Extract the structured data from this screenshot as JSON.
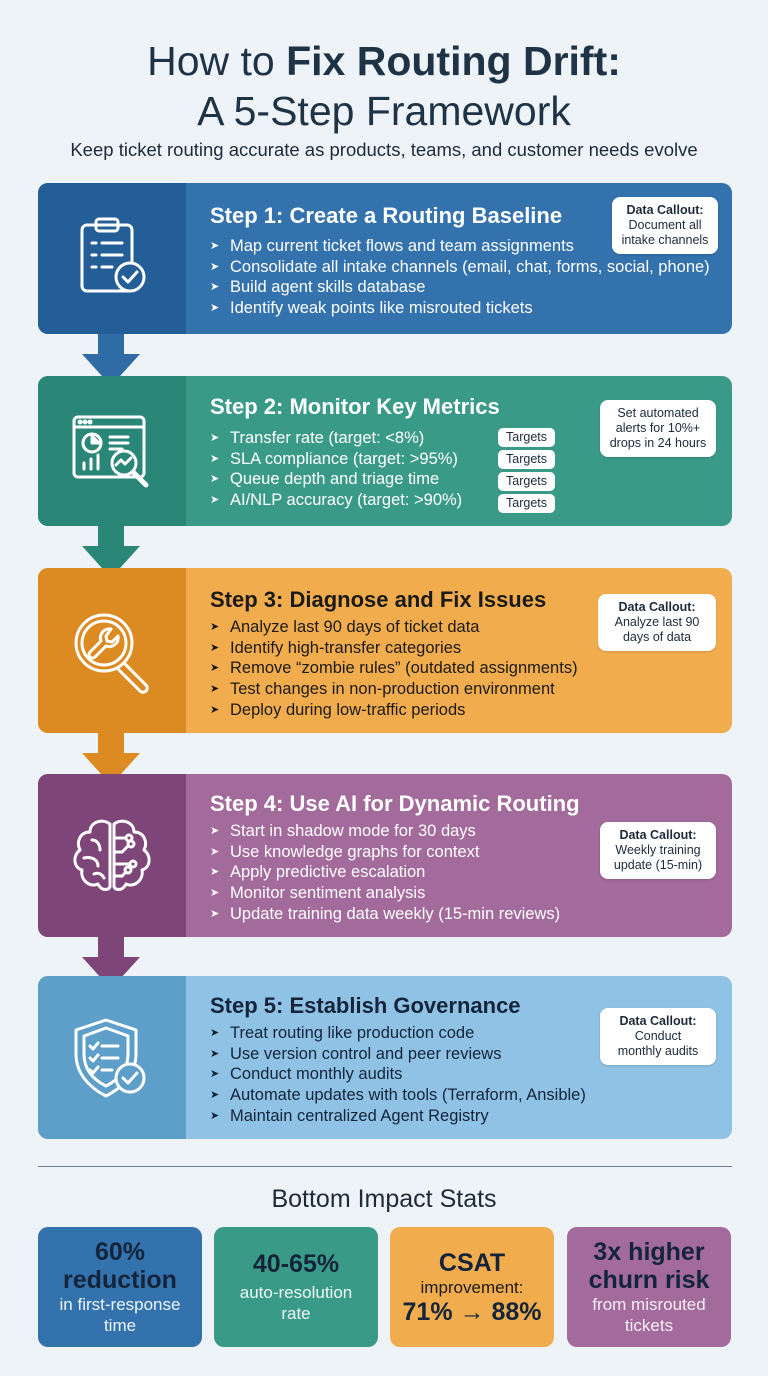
{
  "header": {
    "title_lead": "How to ",
    "title_bold": "Fix Routing Drift:",
    "title_line2": "A 5-Step Framework",
    "subtitle": "Keep ticket routing accurate as products, teams, and customer needs evolve"
  },
  "steps": [
    {
      "title": "Step 1: Create a Routing Baseline",
      "icon": "clipboard-check-icon",
      "items": [
        "Map current ticket flows and team assignments",
        "Consolidate all intake channels (email, chat, forms, social, phone)",
        "Build agent skills database",
        "Identify weak points like misrouted tickets"
      ],
      "callout_title": "Data Callout:",
      "callout_body_1": "Document all",
      "callout_body_2": "intake channels"
    },
    {
      "title": "Step 2: Monitor Key Metrics",
      "icon": "dashboard-magnifier-icon",
      "items": [
        "Transfer rate (target: <8%)",
        "SLA compliance (target: >95%)",
        "Queue depth and triage time",
        "AI/NLP accuracy (target: >90%)"
      ],
      "tag_label": "Targets",
      "callout_body_1": "Set automated",
      "callout_body_2": "alerts for 10%+",
      "callout_body_3": "drops in 24 hours"
    },
    {
      "title": "Step 3: Diagnose and Fix Issues",
      "icon": "wrench-magnifier-icon",
      "items": [
        "Analyze last 90 days of ticket data",
        "Identify high-transfer categories",
        "Remove “zombie rules” (outdated assignments)",
        "Test changes in non-production environment",
        "Deploy during low-traffic periods"
      ],
      "callout_title": "Data Callout:",
      "callout_body_1": "Analyze last 90",
      "callout_body_2": "days of data"
    },
    {
      "title": "Step 4: Use AI for Dynamic Routing",
      "icon": "brain-circuit-icon",
      "items": [
        "Start in shadow mode for 30 days",
        "Use knowledge graphs for context",
        "Apply predictive escalation",
        "Monitor sentiment analysis",
        "Update training data weekly (15-min reviews)"
      ],
      "callout_title": "Data Callout:",
      "callout_body_1": "Weekly training",
      "callout_body_2": "update (15-min)"
    },
    {
      "title": "Step 5: Establish Governance",
      "icon": "shield-check-icon",
      "items": [
        "Treat routing like production code",
        "Use version control and peer reviews",
        "Conduct monthly audits",
        "Automate updates with tools (Terraform, Ansible)",
        "Maintain centralized Agent Registry"
      ],
      "callout_title": "Data Callout:",
      "callout_body_1": "Conduct",
      "callout_body_2": "monthly audits"
    }
  ],
  "stats": {
    "title": "Bottom Impact Stats",
    "cards": [
      {
        "big_1": "60%",
        "big_2": "reduction",
        "small_1": "in first-response",
        "small_2": "time"
      },
      {
        "big_1": "40-65%",
        "small_1": "auto-resolution",
        "small_2": "rate"
      },
      {
        "big_1": "CSAT",
        "small_1": "improvement:",
        "big_2": "71% → 88%"
      },
      {
        "big_1": "3x higher",
        "big_2": "churn risk",
        "small_1": "from misrouted",
        "small_2": "tickets"
      }
    ]
  },
  "colors": {
    "step1": "#3372ad",
    "step1_icon": "#245e96",
    "step2": "#3a9a88",
    "step2_icon": "#2a8676",
    "step3": "#f1ac4e",
    "step3_icon": "#dc8b22",
    "step4": "#a36a9c",
    "step4_icon": "#7e4579",
    "step5": "#8fc2e4",
    "step5_icon": "#5e9fc9"
  }
}
